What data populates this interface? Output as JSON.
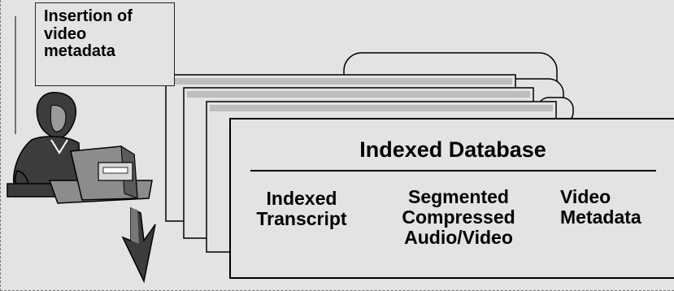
{
  "callout": {
    "text": "Insertion of\nvideo\nmetadata"
  },
  "database": {
    "title": "Indexed Database",
    "columns": [
      {
        "label": "Indexed\nTranscript"
      },
      {
        "label": "Segmented\nCompressed\nAudio/Video"
      },
      {
        "label": "Video\nMetadata"
      }
    ]
  },
  "colors": {
    "background": "#e3e3e3",
    "card_fill": "#e3e3e3",
    "outline": "#000000",
    "figure_dark": "#3c3c3c",
    "monitor_gray": "#8c8c8c"
  },
  "icons": [
    "person-at-terminal-icon",
    "down-arrow-icon",
    "database-stack-icon"
  ]
}
